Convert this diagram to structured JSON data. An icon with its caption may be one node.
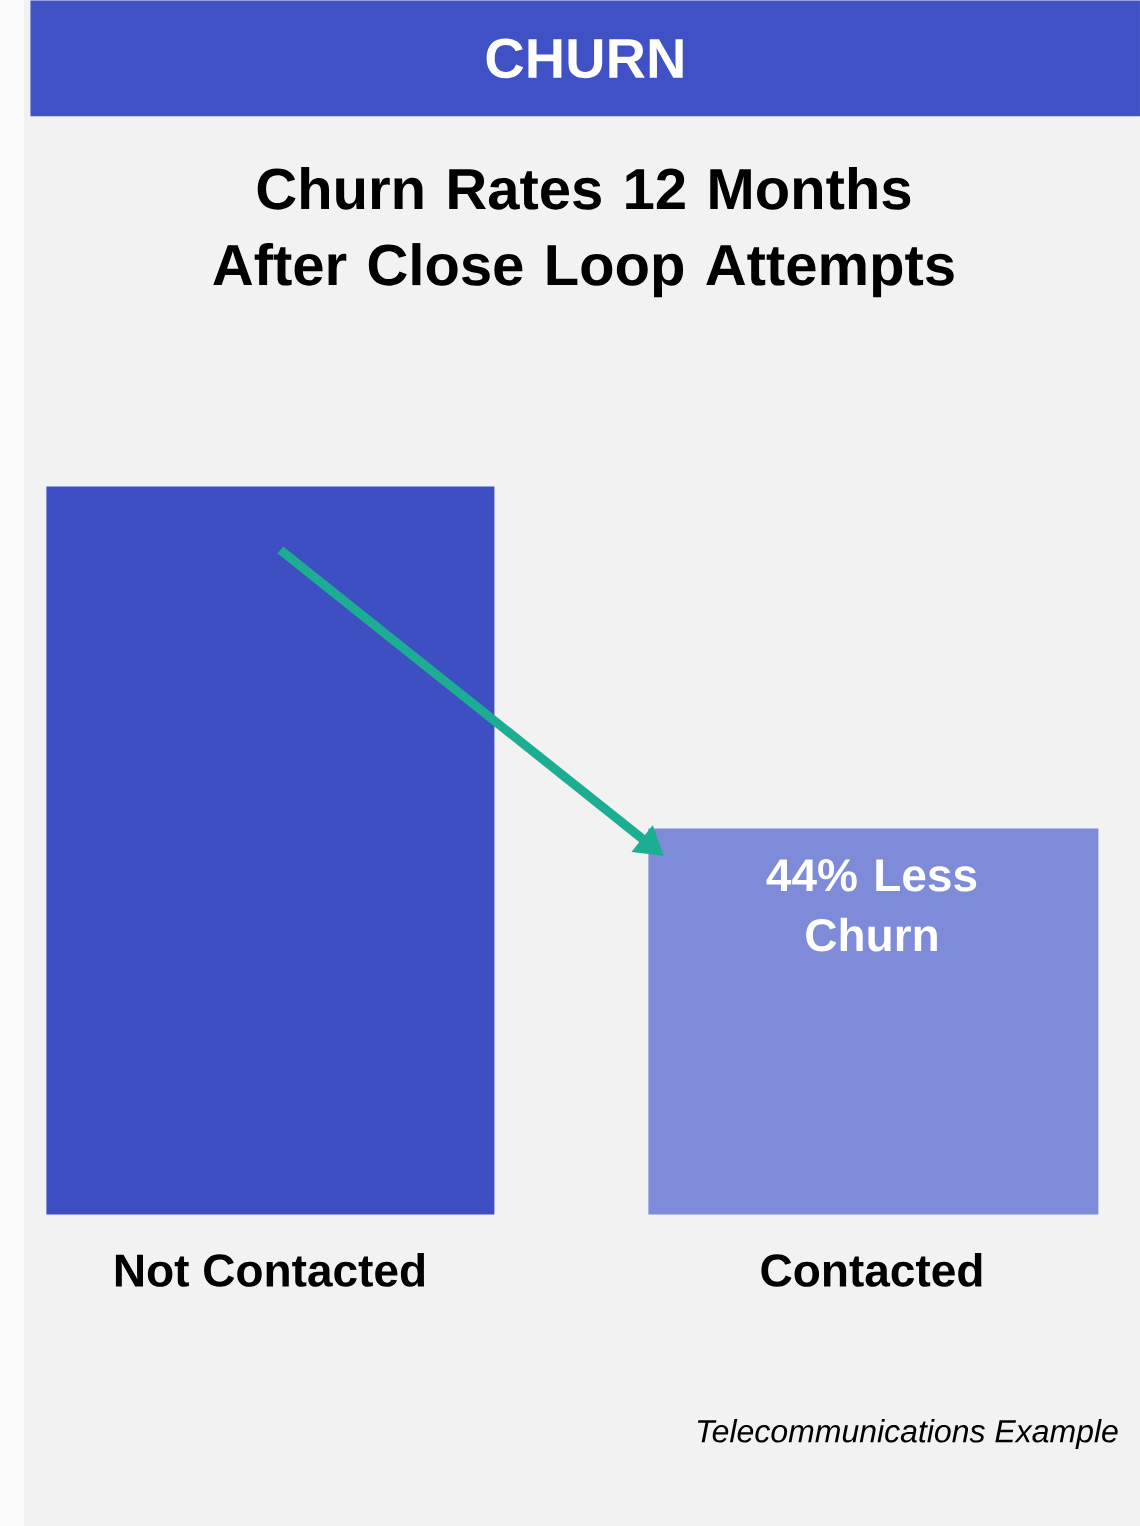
{
  "diagram": {
    "title": "Churn Rates 12 Months After Close Loop Attempts",
    "caption": "Telecommunications Example",
    "nodes": [
      {
        "text": [
          "CHURN"
        ]
      },
      {
        "text": [],
        "shape": "bar",
        "beside": [
          "Not Contacted"
        ]
      },
      {
        "text": [
          "44% Less Churn"
        ],
        "beside": [
          "Contacted"
        ]
      }
    ],
    "edges": [
      {
        "from": 1,
        "to": 2,
        "arrow": "to",
        "color": "#1bae93"
      }
    ]
  }
}
